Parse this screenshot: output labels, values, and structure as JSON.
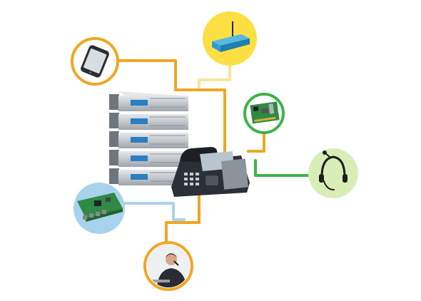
{
  "colors": {
    "orange": "#F0A623",
    "yellow_light": "#FBE39A",
    "blue_light": "#A9D2EC",
    "green": "#3FB34A",
    "green_light": "#D9EEB6",
    "yellow_fill": "#FCE043",
    "router_blue": "#2E9CD0",
    "server_silver": "#C9CDD1",
    "phone_dark": "#2B2F36",
    "pcb_green": "#2F8A45"
  },
  "nodes": [
    {
      "id": "smartphone",
      "icon": "smartphone-icon",
      "ring": "orange"
    },
    {
      "id": "wifi-router",
      "icon": "wifi-router-icon",
      "ring": "yellow_fill"
    },
    {
      "id": "telephony-card",
      "icon": "telephony-card-icon",
      "ring": "green"
    },
    {
      "id": "headset",
      "icon": "headset-icon",
      "ring": "green_light"
    },
    {
      "id": "interface-card",
      "icon": "interface-card-icon",
      "ring": "blue_light"
    },
    {
      "id": "office-worker",
      "icon": "office-worker-icon",
      "ring": "orange"
    }
  ],
  "hub": {
    "server": "server-rack-icon",
    "phone": "ip-phone-icon"
  }
}
